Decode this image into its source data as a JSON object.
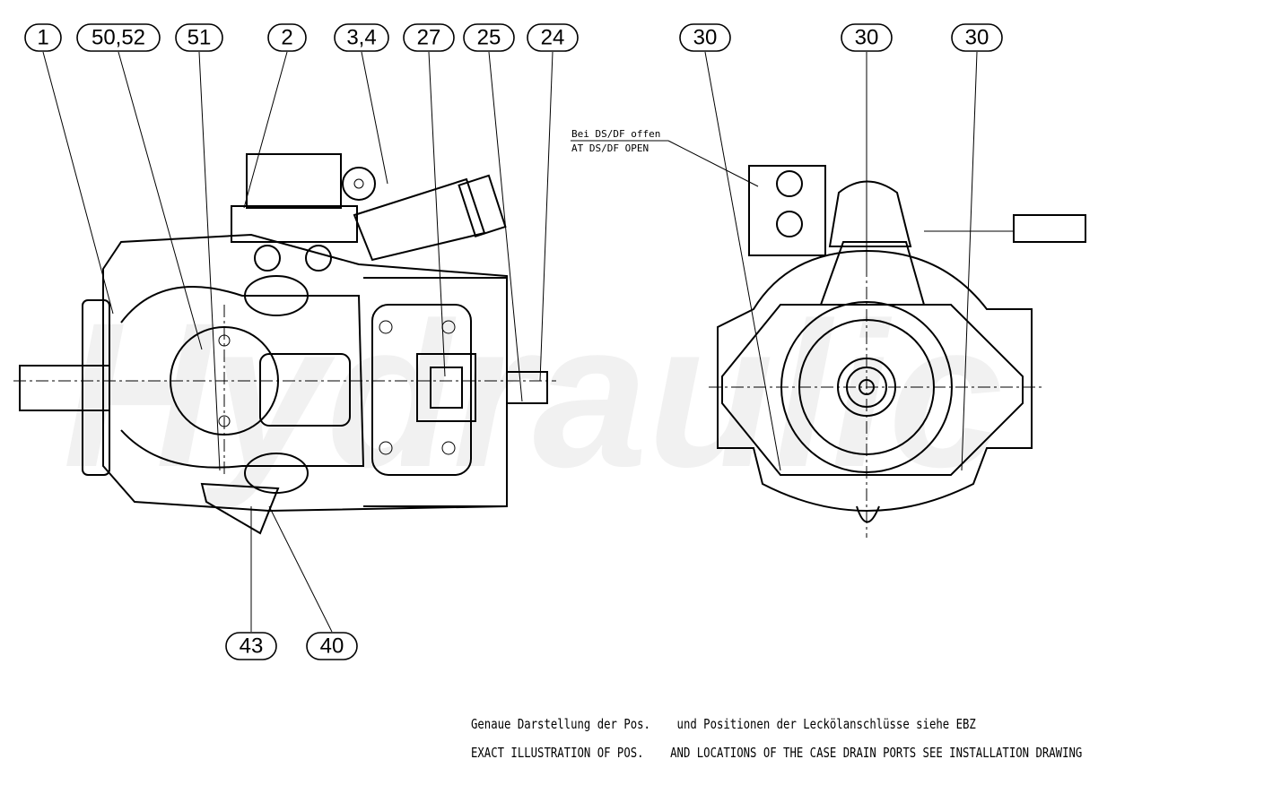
{
  "callouts_top": [
    "1",
    "50,52",
    "51",
    "2",
    "3,4",
    "27",
    "25",
    "24",
    "30",
    "30",
    "30"
  ],
  "callouts_bottom": [
    "43",
    "40"
  ],
  "annotation": {
    "line1": "Bei DS/DF offen",
    "line2": "AT DS/DF OPEN"
  },
  "notes": {
    "de": "Genaue Darstellung der Pos.    und Positionen der Leckölanschlüsse siehe EBZ",
    "en": "EXACT ILLUSTRATION OF POS.    AND LOCATIONS OF THE CASE DRAIN PORTS SEE INSTALLATION DRAWING"
  }
}
